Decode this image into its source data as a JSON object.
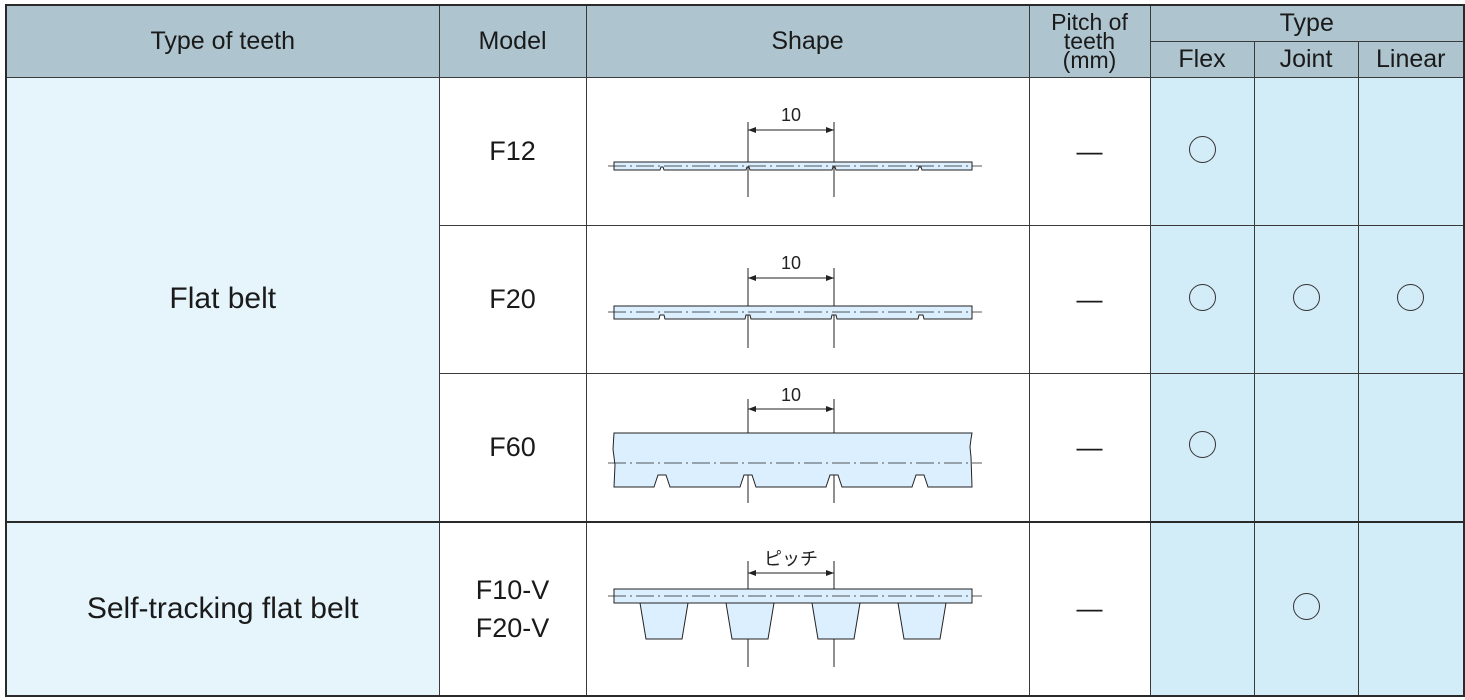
{
  "headers": {
    "type_of_teeth": "Type of teeth",
    "model": "Model",
    "shape": "Shape",
    "pitch_line1": "Pitch of",
    "pitch_line2": "teeth",
    "pitch_line3": "(mm)",
    "type": "Type",
    "flex": "Flex",
    "joint": "Joint",
    "linear": "Linear"
  },
  "groups": [
    {
      "name": "Flat belt"
    },
    {
      "name": "Self-tracking flat belt"
    }
  ],
  "rows": [
    {
      "model": "F12",
      "dimension": "10",
      "pitch": "—",
      "flex": "○",
      "joint": "",
      "linear": ""
    },
    {
      "model": "F20",
      "dimension": "10",
      "pitch": "—",
      "flex": "○",
      "joint": "○",
      "linear": "○"
    },
    {
      "model": "F60",
      "dimension": "10",
      "pitch": "—",
      "flex": "○",
      "joint": "",
      "linear": ""
    },
    {
      "model_line1": "F10-V",
      "model_line2": "F20-V",
      "dimension": "ピッチ",
      "pitch": "—",
      "flex": "",
      "joint": "○",
      "linear": ""
    }
  ],
  "colors": {
    "header_bg": "#aec4cf",
    "teeth_cell_bg": "#e6f5fc",
    "type_cell_bg": "#d2ecf8",
    "belt_fill": "#dcefff"
  }
}
